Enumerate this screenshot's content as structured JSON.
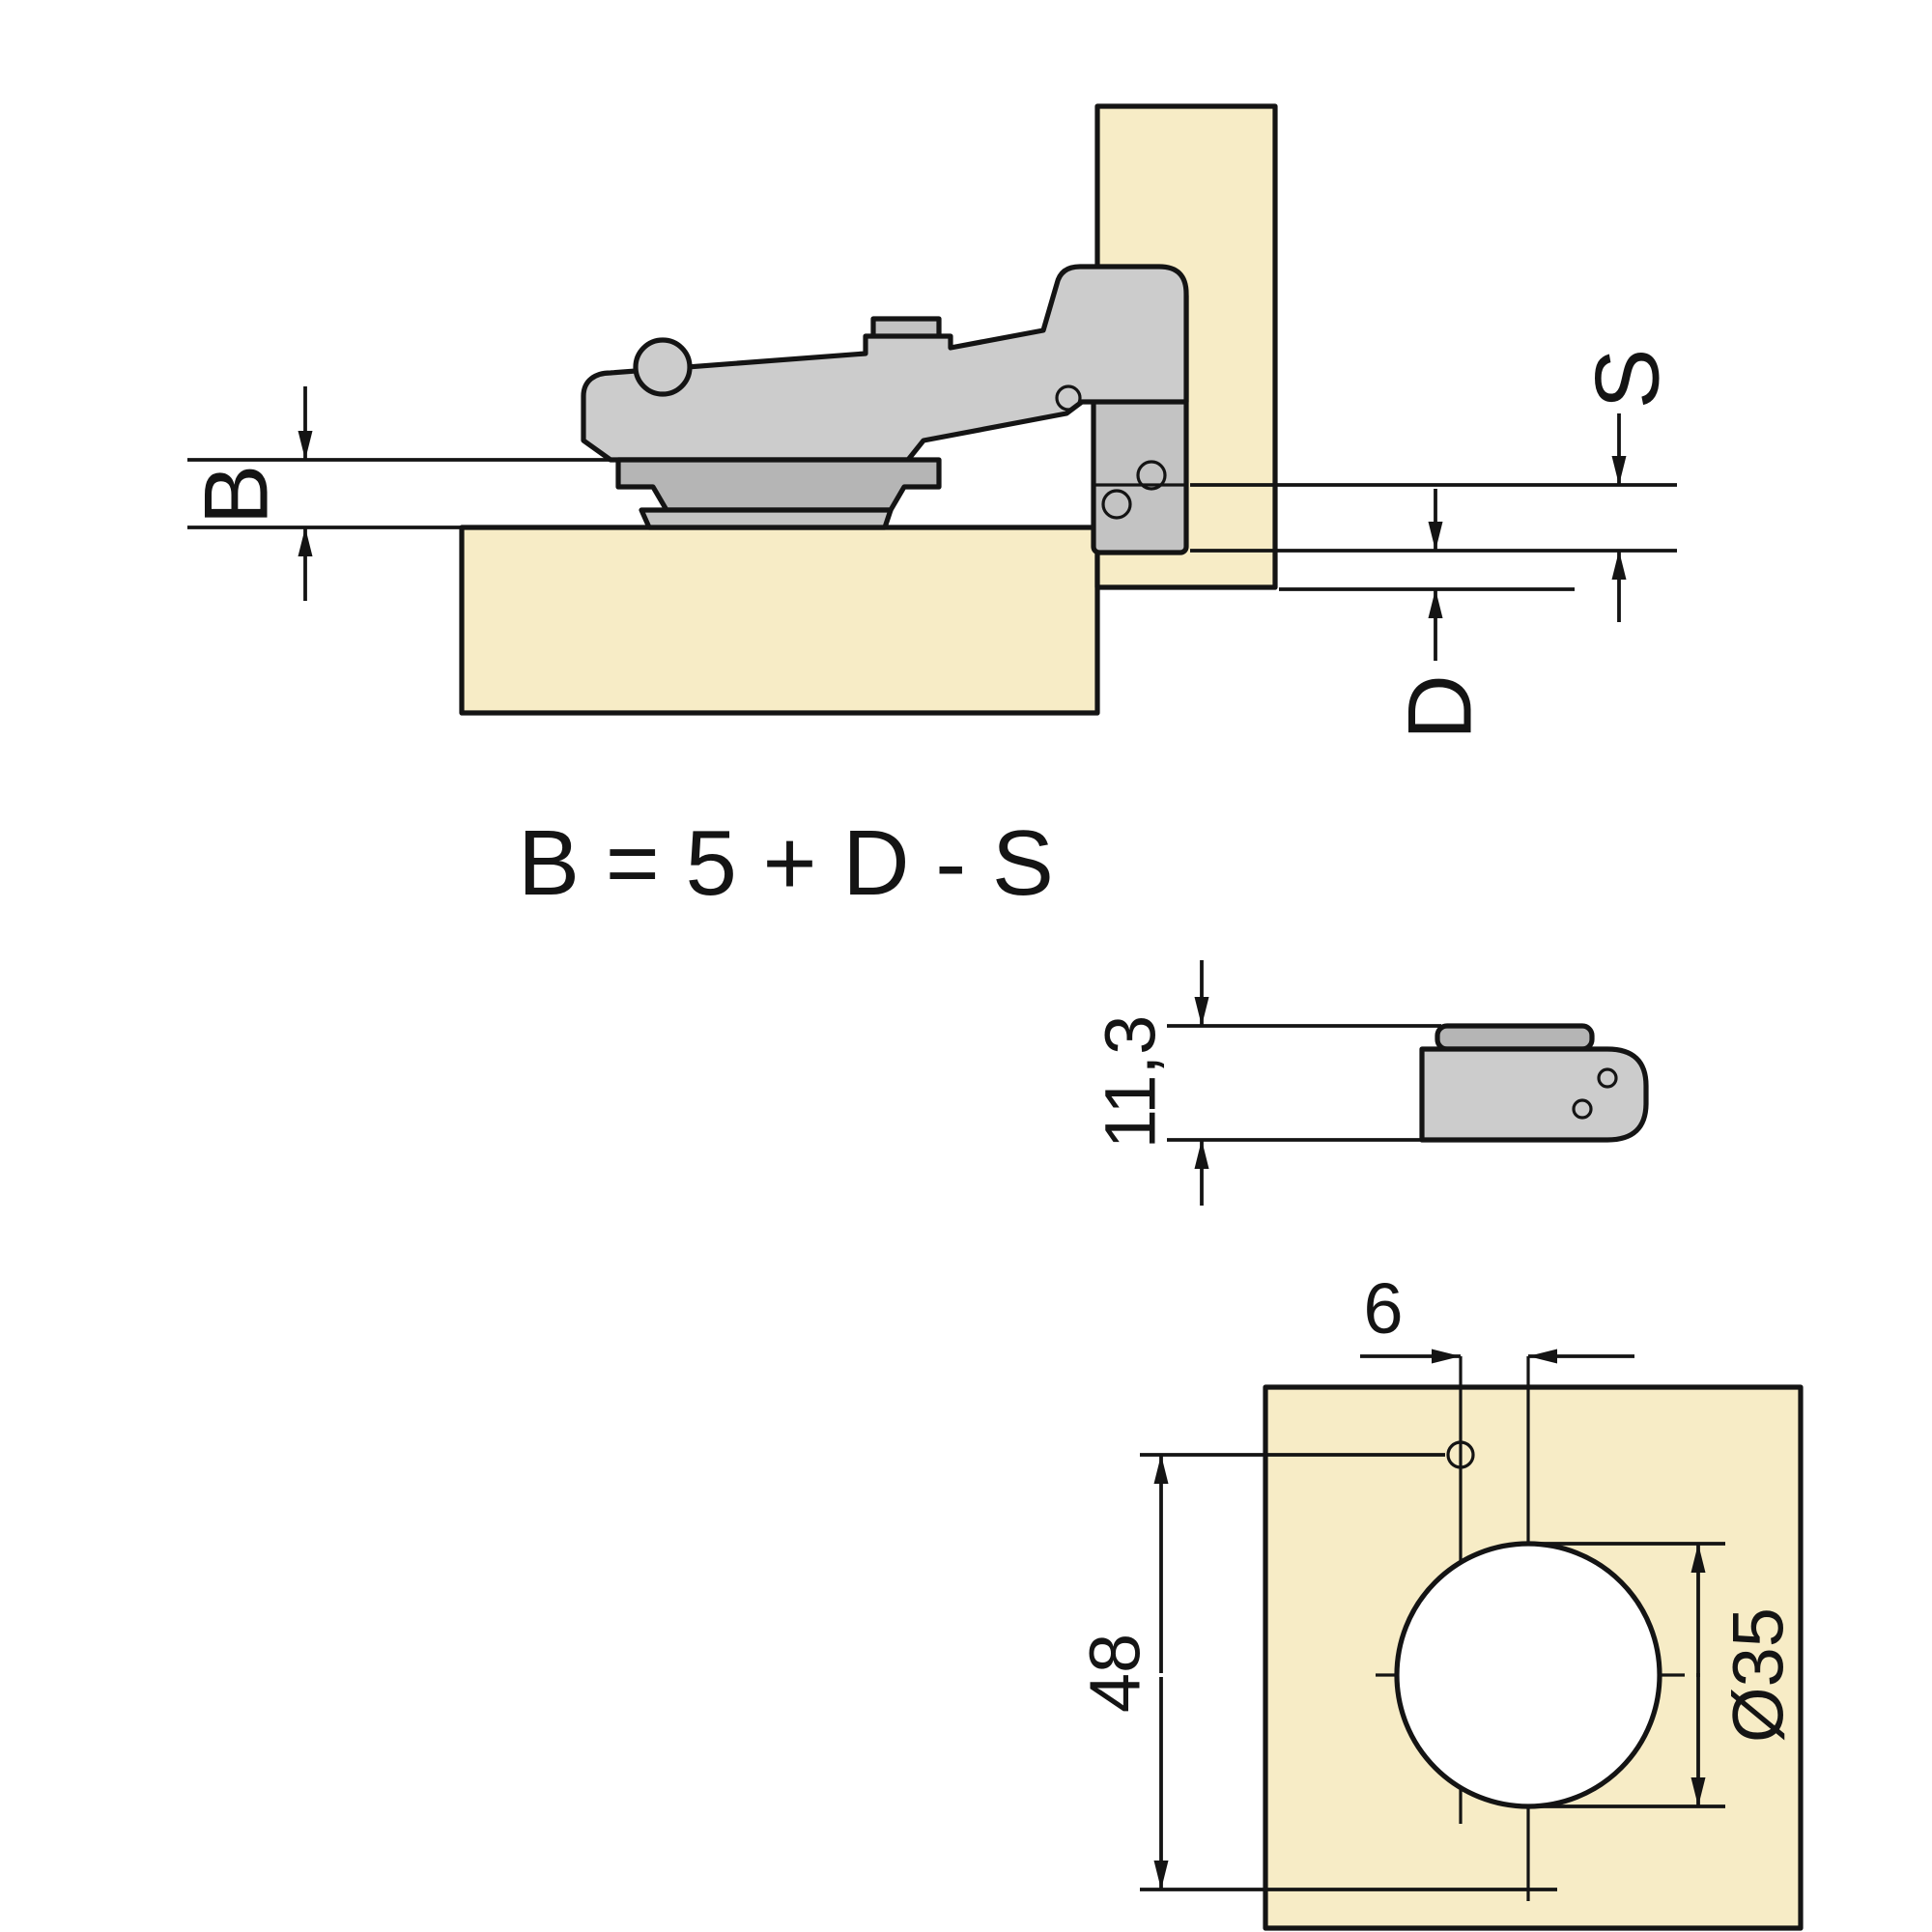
{
  "labels": {
    "dim_b": "B",
    "dim_s": "S",
    "dim_d": "D",
    "formula": "B = 5 + D - S",
    "plate_height": "11,3",
    "screw_hole_offset": "6",
    "hole_spacing": "48",
    "cup_diameter": "Ø35"
  },
  "colors": {
    "wood": "#F7ECC6",
    "metal": "#CCCCCC",
    "metal_dark": "#B5B5B5",
    "line": "#141414",
    "background": "#FFFFFF"
  }
}
